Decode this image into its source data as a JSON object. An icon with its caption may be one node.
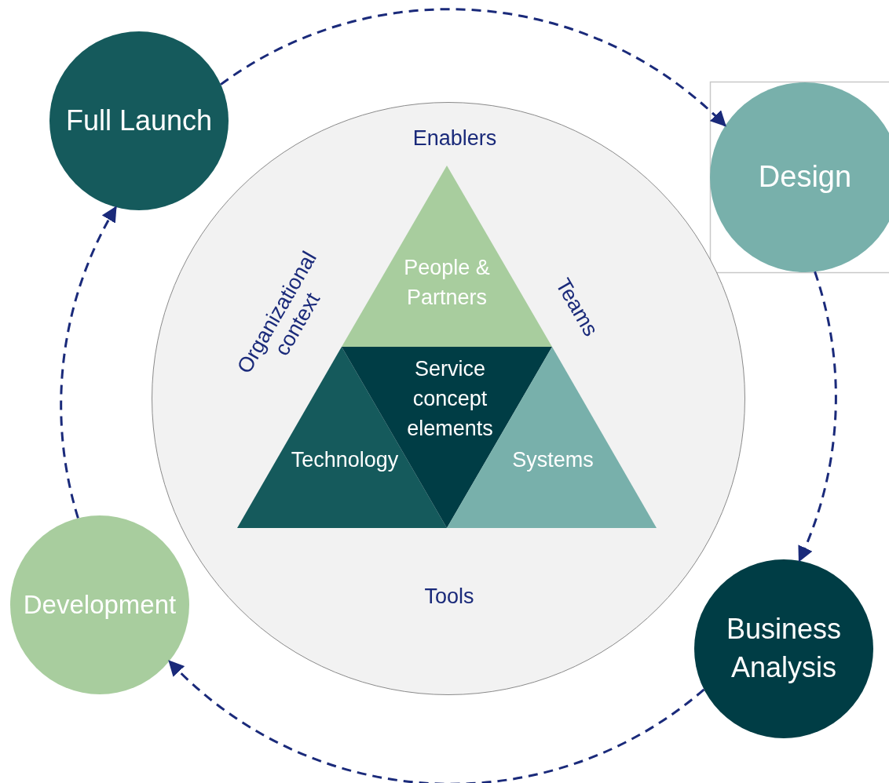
{
  "diagram": {
    "nodes": [
      {
        "text": [
          "Full Launch"
        ]
      },
      {
        "text": [
          "Design"
        ]
      },
      {
        "text": [
          "Business Analysis"
        ]
      },
      {
        "text": [
          "Development"
        ]
      },
      {
        "text": [
          "Enablers",
          "Organizational context",
          "Teams",
          "Tools"
        ]
      },
      {
        "text": [
          "People & Partners"
        ],
        "in": 4
      },
      {
        "text": [
          "Technology"
        ],
        "in": 4
      },
      {
        "text": [
          "Service concept elements"
        ],
        "in": 4
      },
      {
        "text": [
          "Systems"
        ],
        "in": 4
      }
    ],
    "edges": [
      {
        "from": 0,
        "to": 1,
        "arrow": "to",
        "style": "dashed"
      },
      {
        "from": 1,
        "to": 2,
        "arrow": "to",
        "style": "dashed"
      },
      {
        "from": 2,
        "to": 3,
        "arrow": "to",
        "style": "dashed"
      },
      {
        "from": 3,
        "to": 0,
        "arrow": "to",
        "style": "dashed"
      }
    ]
  }
}
